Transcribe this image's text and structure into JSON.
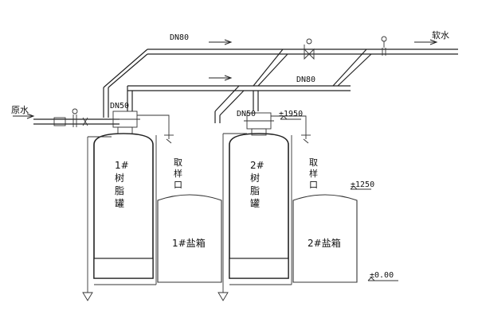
{
  "labels": {
    "raw_water": "原水",
    "soft_water": "软水",
    "dn80_top": "DN80",
    "dn80_mid": "DN80",
    "dn50_left": "DN50",
    "dn50_right": "DN50",
    "elev_1950": "±1950",
    "elev_1250": "±1250",
    "elev_000": "±0.00",
    "sample_port_1": [
      "取",
      "样",
      "口"
    ],
    "sample_port_2": [
      "取",
      "样",
      "口"
    ],
    "resin_tank_1": [
      "1#",
      "树",
      "脂",
      "罐"
    ],
    "resin_tank_2": [
      "2#",
      "树",
      "脂",
      "罐"
    ],
    "brine_tank_1": "1#盐箱",
    "brine_tank_2": "2#盐箱"
  }
}
